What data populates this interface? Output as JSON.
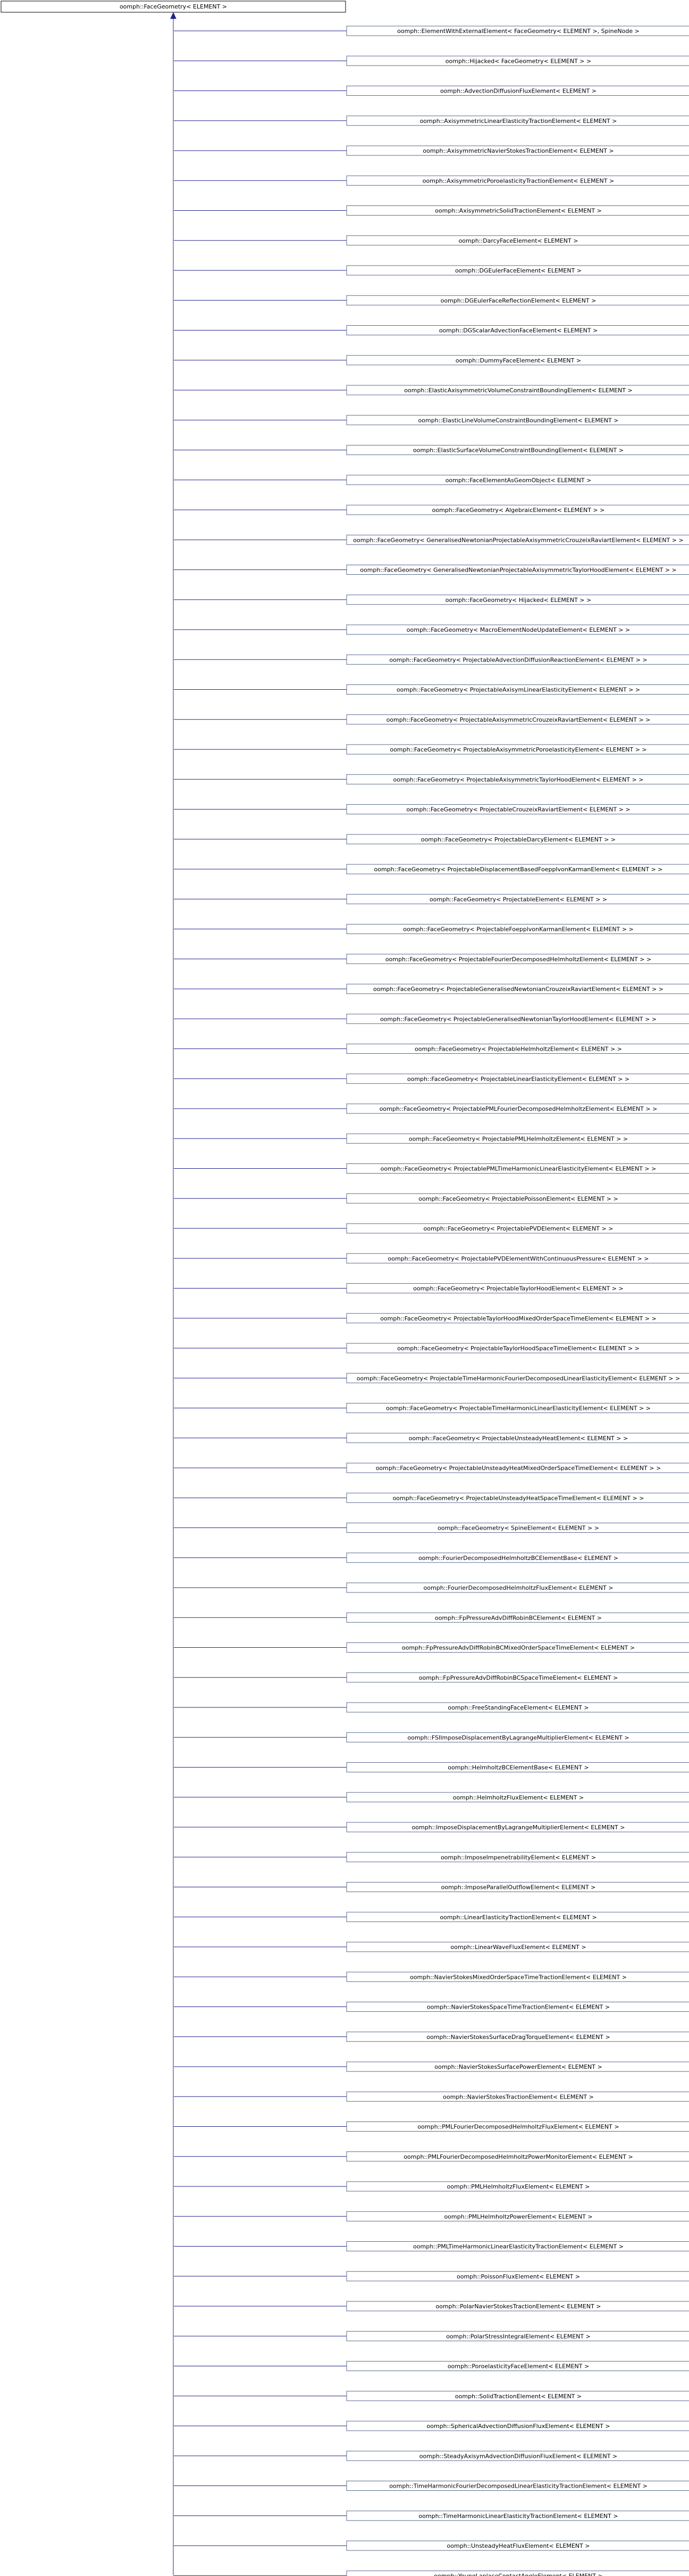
{
  "root": "oomph::FaceGeometry< ELEMENT >",
  "children": [
    "oomph::ElementWithExternalElement< FaceGeometry< ELEMENT >, SpineNode >",
    "oomph::Hijacked< FaceGeometry< ELEMENT > >",
    "oomph::AdvectionDiffusionFluxElement< ELEMENT >",
    "oomph::AxisymmetricLinearElasticityTractionElement< ELEMENT >",
    "oomph::AxisymmetricNavierStokesTractionElement< ELEMENT >",
    "oomph::AxisymmetricPoroelasticityTractionElement< ELEMENT >",
    "oomph::AxisymmetricSolidTractionElement< ELEMENT >",
    "oomph::DarcyFaceElement< ELEMENT >",
    "oomph::DGEulerFaceElement< ELEMENT >",
    "oomph::DGEulerFaceReflectionElement< ELEMENT >",
    "oomph::DGScalarAdvectionFaceElement< ELEMENT >",
    "oomph::DummyFaceElement< ELEMENT >",
    "oomph::ElasticAxisymmetricVolumeConstraintBoundingElement< ELEMENT >",
    "oomph::ElasticLineVolumeConstraintBoundingElement< ELEMENT >",
    "oomph::ElasticSurfaceVolumeConstraintBoundingElement< ELEMENT >",
    "oomph::FaceElementAsGeomObject< ELEMENT >",
    "oomph::FaceGeometry< AlgebraicElement< ELEMENT > >",
    "oomph::FaceGeometry< GeneralisedNewtonianProjectableAxisymmetricCrouzeixRaviartElement< ELEMENT > >",
    "oomph::FaceGeometry< GeneralisedNewtonianProjectableAxisymmetricTaylorHoodElement< ELEMENT > >",
    "oomph::FaceGeometry< Hijacked< ELEMENT > >",
    "oomph::FaceGeometry< MacroElementNodeUpdateElement< ELEMENT > >",
    "oomph::FaceGeometry< ProjectableAdvectionDiffusionReactionElement< ELEMENT > >",
    "oomph::FaceGeometry< ProjectableAxisymLinearElasticityElement< ELEMENT > >",
    "oomph::FaceGeometry< ProjectableAxisymmetricCrouzeixRaviartElement< ELEMENT > >",
    "oomph::FaceGeometry< ProjectableAxisymmetricPoroelasticityElement< ELEMENT > >",
    "oomph::FaceGeometry< ProjectableAxisymmetricTaylorHoodElement< ELEMENT > >",
    "oomph::FaceGeometry< ProjectableCrouzeixRaviartElement< ELEMENT > >",
    "oomph::FaceGeometry< ProjectableDarcyElement< ELEMENT > >",
    "oomph::FaceGeometry< ProjectableDisplacementBasedFoeppIvonKarmanElement< ELEMENT > >",
    "oomph::FaceGeometry< ProjectableElement< ELEMENT > >",
    "oomph::FaceGeometry< ProjectableFoepplvonKarmanElement< ELEMENT > >",
    "oomph::FaceGeometry< ProjectableFourierDecomposedHelmholtzElement< ELEMENT > >",
    "oomph::FaceGeometry< ProjectableGeneralisedNewtonianCrouzeixRaviartElement< ELEMENT > >",
    "oomph::FaceGeometry< ProjectableGeneralisedNewtonianTaylorHoodElement< ELEMENT > >",
    "oomph::FaceGeometry< ProjectableHelmholtzElement< ELEMENT > >",
    "oomph::FaceGeometry< ProjectableLinearElasticityElement< ELEMENT > >",
    "oomph::FaceGeometry< ProjectablePMLFourierDecomposedHelmholtzElement< ELEMENT > >",
    "oomph::FaceGeometry< ProjectablePMLHelmholtzElement< ELEMENT > >",
    "oomph::FaceGeometry< ProjectablePMLTimeHarmonicLinearElasticityElement< ELEMENT > >",
    "oomph::FaceGeometry< ProjectablePoissonElement< ELEMENT > >",
    "oomph::FaceGeometry< ProjectablePVDElement< ELEMENT > >",
    "oomph::FaceGeometry< ProjectablePVDElementWithContinuousPressure< ELEMENT > >",
    "oomph::FaceGeometry< ProjectableTaylorHoodElement< ELEMENT > >",
    "oomph::FaceGeometry< ProjectableTaylorHoodMixedOrderSpaceTimeElement< ELEMENT > >",
    "oomph::FaceGeometry< ProjectableTaylorHoodSpaceTimeElement< ELEMENT > >",
    "oomph::FaceGeometry< ProjectableTimeHarmonicFourierDecomposedLinearElasticityElement< ELEMENT > >",
    "oomph::FaceGeometry< ProjectableTimeHarmonicLinearElasticityElement< ELEMENT > >",
    "oomph::FaceGeometry< ProjectableUnsteadyHeatElement< ELEMENT > >",
    "oomph::FaceGeometry< ProjectableUnsteadyHeatMixedOrderSpaceTimeElement< ELEMENT > >",
    "oomph::FaceGeometry< ProjectableUnsteadyHeatSpaceTimeElement< ELEMENT > >",
    "oomph::FaceGeometry< SpineElement< ELEMENT > >",
    "oomph::FourierDecomposedHelmholtzBCElementBase< ELEMENT >",
    "oomph::FourierDecomposedHelmholtzFluxElement< ELEMENT >",
    "oomph::FpPressureAdvDiffRobinBCElement< ELEMENT >",
    "oomph::FpPressureAdvDiffRobinBCMixedOrderSpaceTimeElement< ELEMENT >",
    "oomph::FpPressureAdvDiffRobinBCSpaceTimeElement< ELEMENT >",
    "oomph::FreeStandingFaceElement< ELEMENT >",
    "oomph::FSIImposeDisplacementByLagrangeMultiplierElement< ELEMENT >",
    "oomph::HelmholtzBCElementBase< ELEMENT >",
    "oomph::HelmholtzFluxElement< ELEMENT >",
    "oomph::ImposeDisplacementByLagrangeMultiplierElement< ELEMENT >",
    "oomph::ImposeImpenetrabilityElement< ELEMENT >",
    "oomph::ImposeParallelOutflowElement< ELEMENT >",
    "oomph::LinearElasticityTractionElement< ELEMENT >",
    "oomph::LinearWaveFluxElement< ELEMENT >",
    "oomph::NavierStokesMixedOrderSpaceTimeTractionElement< ELEMENT >",
    "oomph::NavierStokesSpaceTimeTractionElement< ELEMENT >",
    "oomph::NavierStokesSurfaceDragTorqueElement< ELEMENT >",
    "oomph::NavierStokesSurfacePowerElement< ELEMENT >",
    "oomph::NavierStokesTractionElement< ELEMENT >",
    "oomph::PMLFourierDecomposedHelmholtzFluxElement< ELEMENT >",
    "oomph::PMLFourierDecomposedHelmholtzPowerMonitorElement< ELEMENT >",
    "oomph::PMLHelmholtzFluxElement< ELEMENT >",
    "oomph::PMLHelmholtzPowerElement< ELEMENT >",
    "oomph::PMLTimeHarmonicLinearElasticityTractionElement< ELEMENT >",
    "oomph::PoissonFluxElement< ELEMENT >",
    "oomph::PolarNavierStokesTractionElement< ELEMENT >",
    "oomph::PolarStressIntegralElement< ELEMENT >",
    "oomph::PoroelasticityFaceElement< ELEMENT >",
    "oomph::SolidTractionElement< ELEMENT >",
    "oomph::SphericalAdvectionDiffusionFluxElement< ELEMENT >",
    "oomph::SteadyAxisymAdvectionDiffusionFluxElement< ELEMENT >",
    "oomph::TimeHarmonicFourierDecomposedLinearElasticityTractionElement< ELEMENT >",
    "oomph::TimeHarmonicLinearElasticityTractionElement< ELEMENT >",
    "oomph::UnsteadyHeatFluxElement< ELEMENT >",
    "oomph::YoungLaplaceContactAngleElement< ELEMENT >"
  ]
}
